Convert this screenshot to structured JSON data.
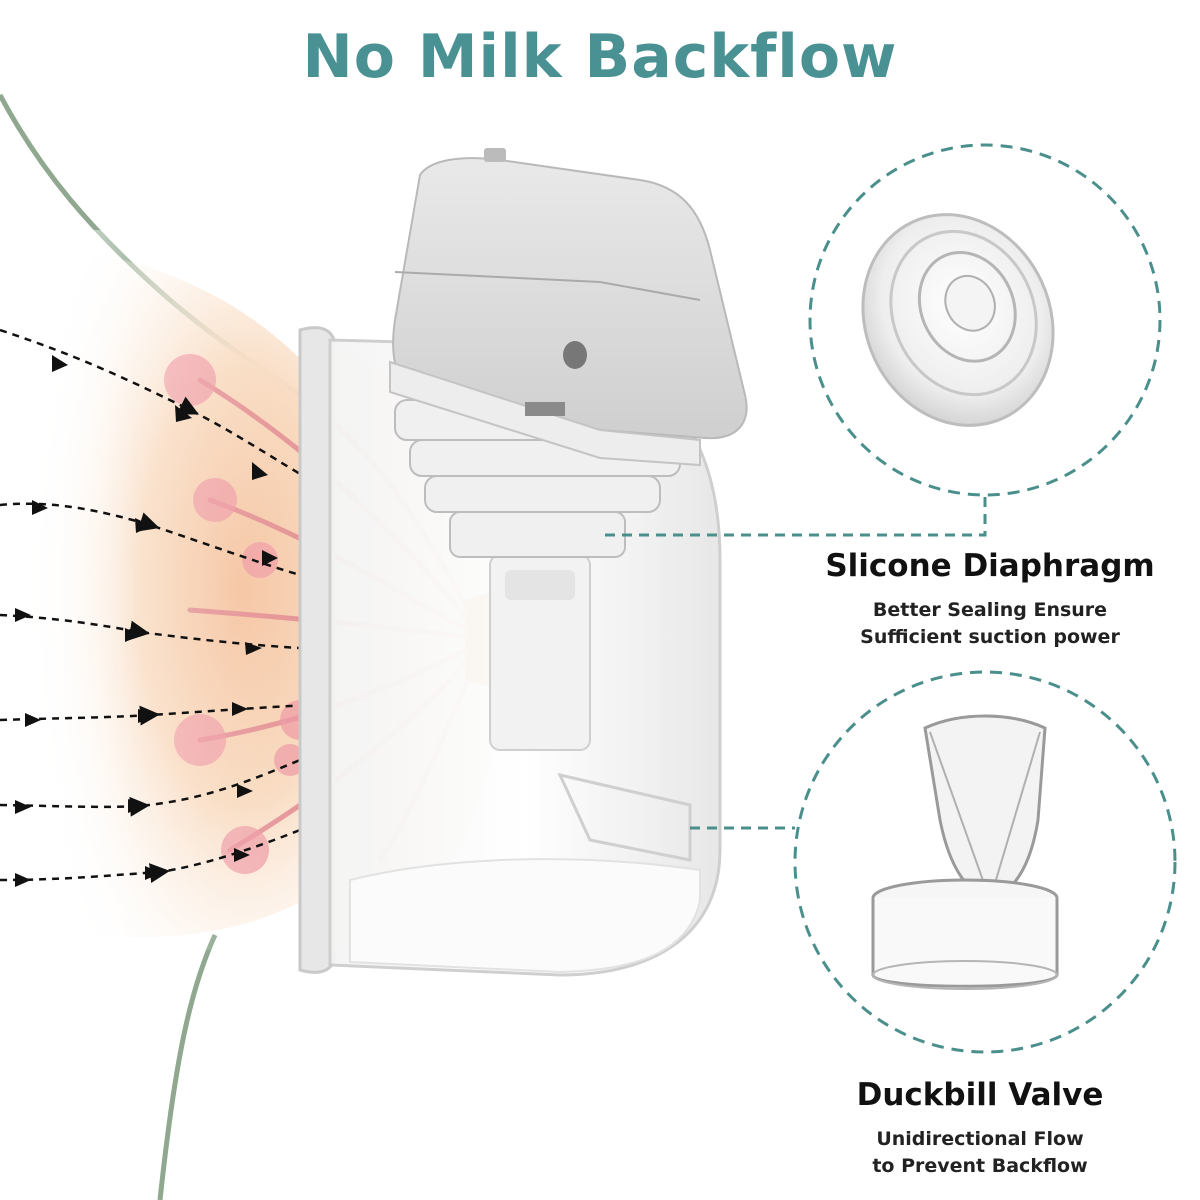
{
  "headline": "No Milk Backflow",
  "accent_color": "#4a9194",
  "features": [
    {
      "title": "Slicone Diaphragm",
      "desc_line1": "Better Sealing Ensure",
      "desc_line2": "Sufficient suction power",
      "icon": "diaphragm-icon"
    },
    {
      "title": "Duckbill Valve",
      "desc_line1": "Unidirectional Flow",
      "desc_line2": "to Prevent Backflow",
      "icon": "duckbill-valve-icon"
    }
  ]
}
